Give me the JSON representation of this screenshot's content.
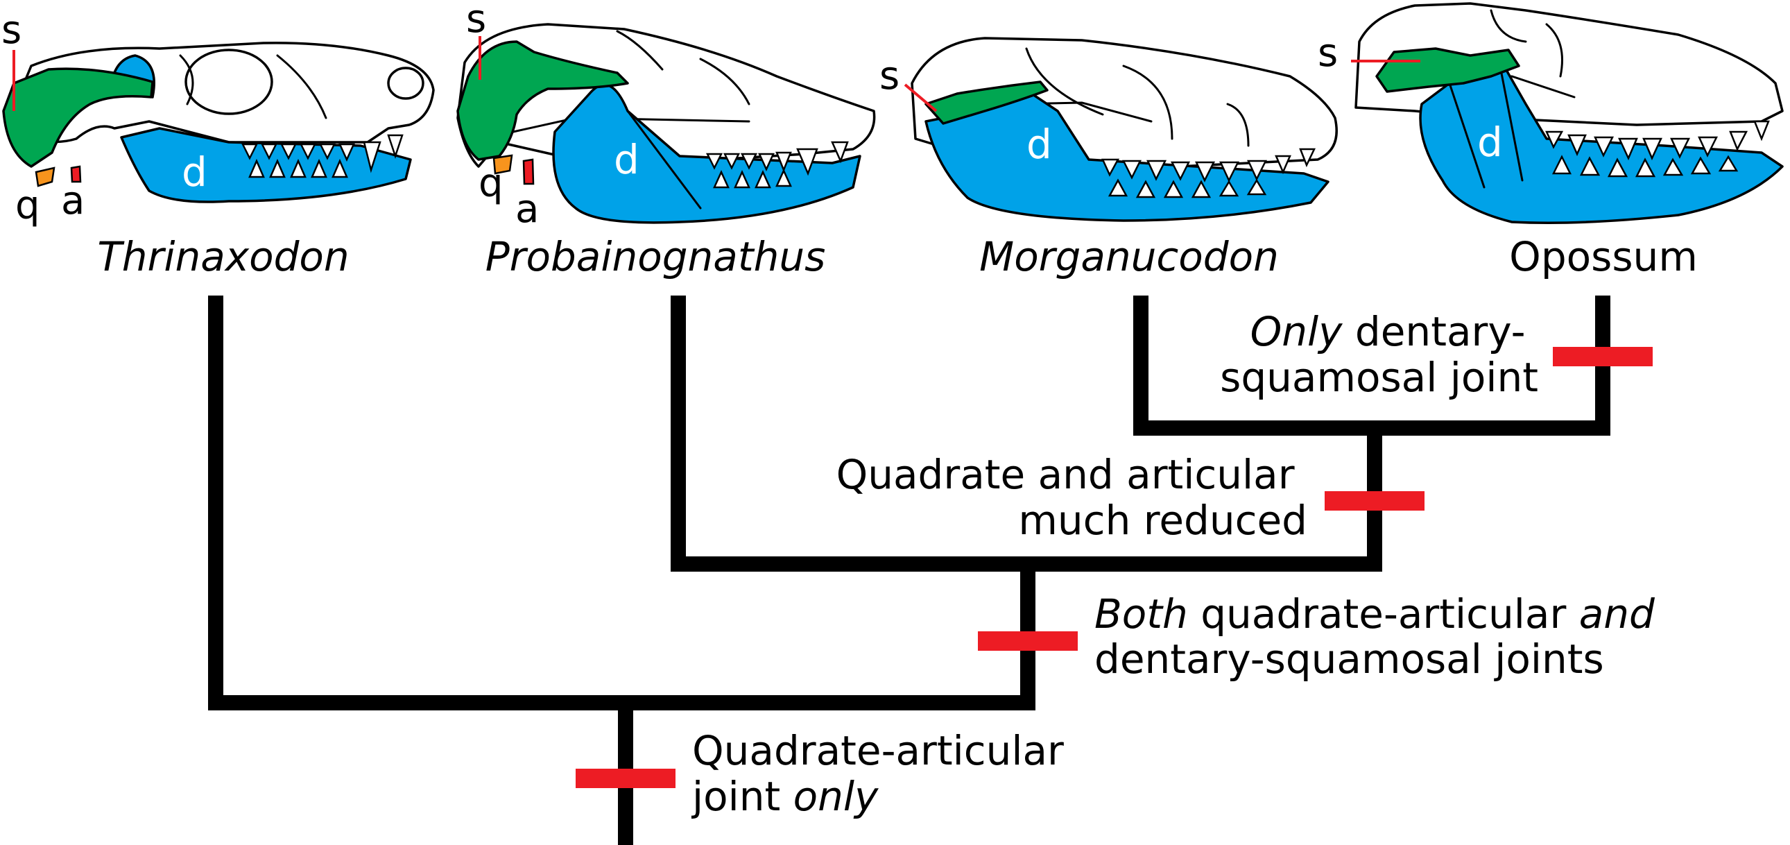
{
  "skulls": [
    {
      "name": "Thrinaxodon",
      "labels": {
        "squamosal": "s",
        "quadrate": "q",
        "articular": "a",
        "dentary": "d"
      }
    },
    {
      "name": "Probainognathus",
      "labels": {
        "squamosal": "s",
        "quadrate": "q",
        "articular": "a",
        "dentary": "d"
      }
    },
    {
      "name": "Morganucodon",
      "labels": {
        "squamosal": "s",
        "dentary": "d"
      }
    },
    {
      "name": "Opossum",
      "labels": {
        "squamosal": "s",
        "dentary": "d"
      }
    }
  ],
  "characters": {
    "c1": {
      "line1": "Quadrate-articular",
      "line2_pre": "joint ",
      "line2_em": "only"
    },
    "c2": {
      "line1_em1": "Both",
      "line1_mid": " quadrate-articular ",
      "line1_em2": "and",
      "line2": "dentary-squamosal joints"
    },
    "c3": {
      "line1": "Quadrate and articular",
      "line2": "much reduced"
    },
    "c4": {
      "line1_em": "Only",
      "line1_rest": " dentary-",
      "line2": "squamosal joint"
    }
  },
  "colors": {
    "dentary": "#00a2e8",
    "squamosal": "#00a651",
    "quadrate": "#f7941d",
    "articular": "#ed1c24",
    "character_tick": "#ed1c24",
    "branch": "#000000"
  }
}
